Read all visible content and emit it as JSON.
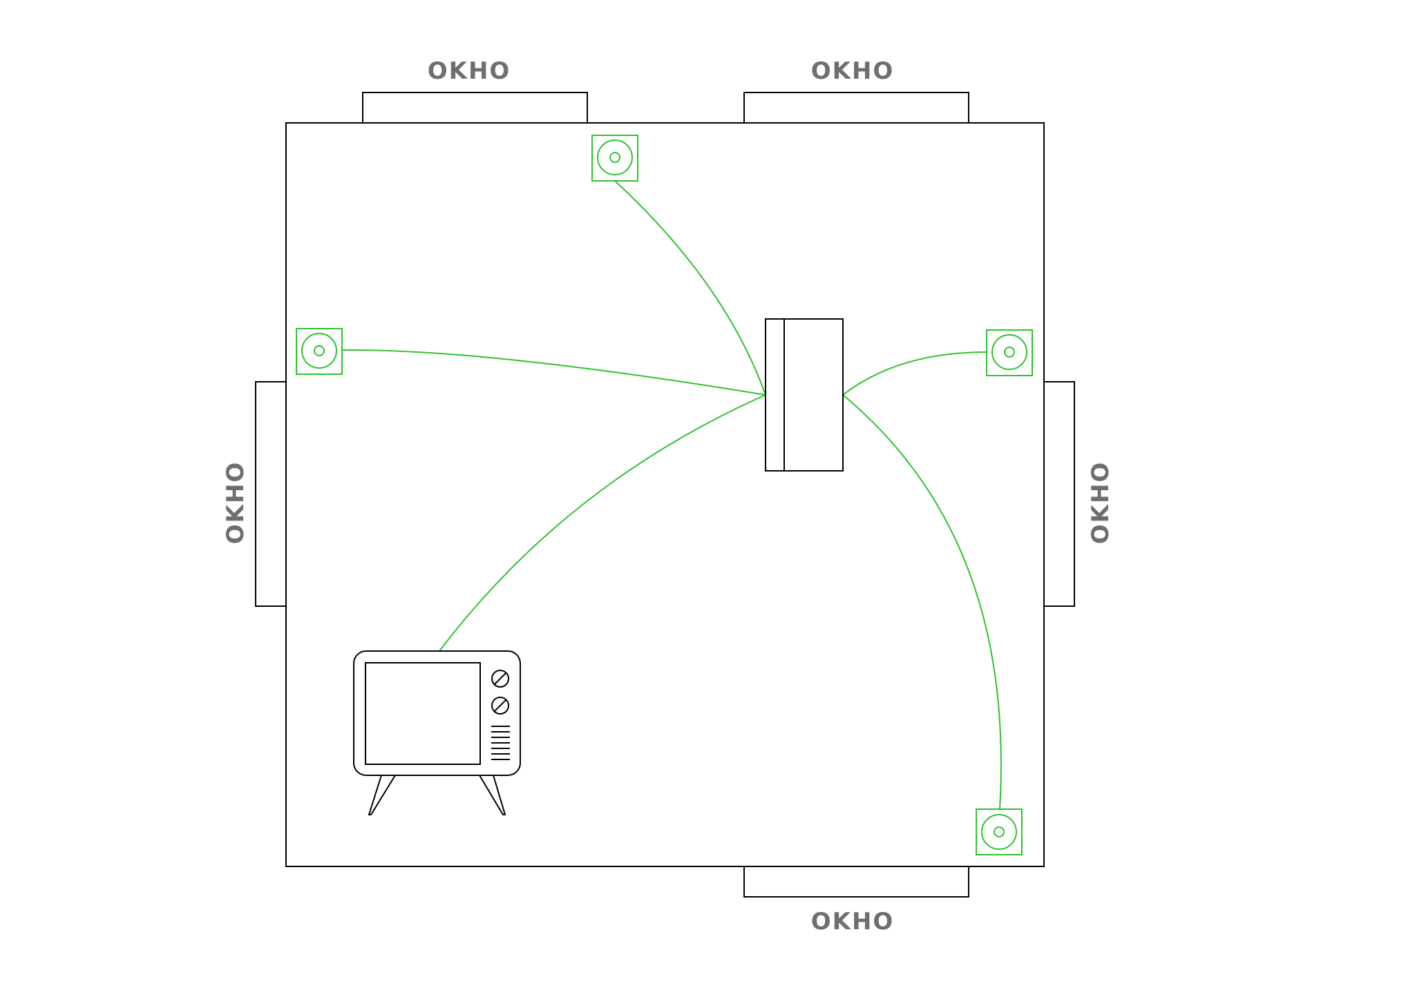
{
  "room": {
    "windows": [
      {
        "id": "top-left",
        "label": "OKHO"
      },
      {
        "id": "top-right",
        "label": "OKHO"
      },
      {
        "id": "left",
        "label": "OKHO"
      },
      {
        "id": "right",
        "label": "OKHO"
      },
      {
        "id": "bottom",
        "label": "OKHO"
      }
    ],
    "speakers": [
      "top",
      "left",
      "right",
      "bottom-right"
    ],
    "devices": [
      "receiver",
      "tv"
    ],
    "colors": {
      "walls": "#000000",
      "window_label": "#6e6e6e",
      "speakers_and_cables": "#2ec22e"
    }
  }
}
